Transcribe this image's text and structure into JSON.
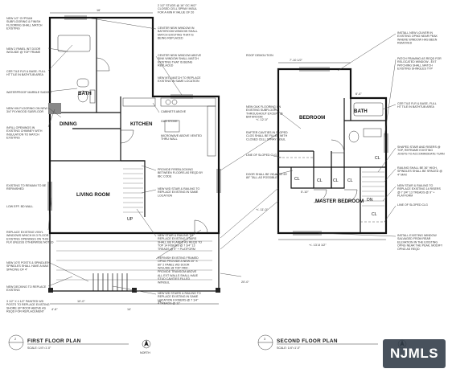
{
  "plans": {
    "first": {
      "title": "FIRST FLOOR PLAN",
      "scale": "SCALE: 1/4\"=1'-0\"",
      "tag": "2",
      "rooms": {
        "dining": "DINING",
        "kitchen": "KITCHEN",
        "living": "LIVING ROOM",
        "bath": "BATH",
        "up": "UP"
      },
      "notes_left": [
        "NEW 1/2\" GYPSUM SUBFLOORING & FINISH FLOORING SHALL MATCH EXISTING",
        "NEW 2 PANEL INT DOOR W/GUIDE @ TOP FRAME",
        "CER TILE FLR & BASE- FULL HT TILE IN BATHTUB AREA",
        "WATERPROOF MARBLE SADDLE",
        "NEW HW FLOORING ON NEW 3/4\" PLYWOOD SUBFLOOR",
        "INFILL OPENINGS IN EXISTING CHIMNEY WITH INSULATION TO MATCH EXISTING",
        "EXISTING TO REMAIN TO BE REFINISHED",
        "LOW EFF. BD WALL",
        "REPLACE EXISTING VINYL WINDOWS WHICH IN 3 FLOOR EXISTING OPENINGS ON THIS FLR UNLESS OTHERWISE NOTED",
        "NEW 10\"E POSTS & SPINDLES SPINDLES SHALL HAVE A MAX SPACING OF 4\"",
        "NEW DECKING TO REPLACE EXISTING",
        "3 1/2\" X 4 1/2\" PAINTED WD POSTS TO REPLACE EXISTING SHORE UP ROOF ABOVE AS REQD FOR REPLACEMENT"
      ],
      "notes_mid": [
        "2 1/2\" STUDS @ 16\" OC W/2\" CLOSED CELL SPRAY INSUL FOR A MIN R VALUE OF 20",
        "CENTER NEW WINDOW IN BATHROOM WINDOW SHALL MATCH EXISTING THAT IS BEING REPLACED",
        "CENTER NEW WINDOW ABOVE SINK WINDOW SHALL MATCH EXISTING THAT IS BEING REPLACED",
        "NEW MTL MATCH TO REPLACE EXISTING IN SAME LOCATION",
        "CABINETS ABOVE",
        "GAS STOVE",
        "MICROWAVE ABOVE VENTED THRU WALL",
        "PROVIDE FIREBLOCKING BETWEEN FLOORS AS REQD BY IBC CODE",
        "NEW W/D STAIR & RAILING TO REPLACE EXISTING IN SAME LOCATION",
        "NEW STAIR & RAILING TO REPLACE EXISTING STAIRS SHALL BE FLARED AS REQD TO TOP 14 RISERS @ 7 3/4\" 13 TREADS @ 9\" + PLATFORM",
        "REFINISH EXISTING FRAMED OPNG PROVIDE A NEW 20\" X 80\" 2 PANEL WD DOOR W/GUIDE @ TOP FRM - PROVIDE TRANSOM ABOVE",
        "ALL EXT WALLS SHALL HAVE STUD CAVITIES FILLED W/INSUL",
        "NEW WD STAIRS & RAILING TO REPLACE EXISTING IN SAME LOCATION 6 RISERS @ 7 1/4\" 4 TREADS @ 11\""
      ]
    },
    "second": {
      "title": "SECOND FLOOR PLAN",
      "scale": "SCALE: 1/4\"=1'-0\"",
      "tag": "3",
      "rooms": {
        "bedroom": "BEDROOM",
        "bath": "BATH",
        "master": "MASTER BEDROOM",
        "cl1": "CL",
        "cl2": "CL",
        "cl3": "CL",
        "cl4": "CL",
        "cl5": "CL",
        "cl6": "CL",
        "dn": "DN"
      },
      "notes_left": [
        "ROOF DEMOLITION",
        "NEW OAK FLOORING ON EXISTING SUBFLOOR THROUGHOUT EXCEPT @ BATHROOM",
        "RAFTER CAVITIES IN SLOPED CLGS SHALL BE FILLED WITH CLOSED CELL SPRAY INSUL",
        "LINE OF SLOPED CLG",
        "DOOR SHALL BE 28\" WIDE BY 80\" TALL AS POSSIBLE"
      ],
      "notes_right": [
        "INSTALL NEW LOUVER IN EXISTING OPNG NEAR PEAK WHERE WINDOW HAS BEEN REMOVED",
        "PATCH FRAMING AS REQD FOR RELOCATED WINDOW - EXT PATCHING SHALL MATCH EXISTING SHINGLES TYP",
        "CER TILE FLR & BASE- FULL HT TILE IN BATHTUB AREA",
        "SHAPED STAIR AND RISERS @ TOP, REFRAME EXISTING JOISTS TO ACCOMMODATE TURN",
        "RAILING SHALL BE 36\" HIGH, SPINDLES SHALL BE SPACED @ 4\" MAX",
        "NEW STAIR & RAILING TO REPLACE EXISTING 14 RISERS @ 7 3/4\" 13 TREADS @ 9\" + PLATFORM",
        "LINE OF SLOPED CLG",
        "INSTALL EXISTING WINDOW SALVAGED FROM REAR ELEVATION IN THE EXISTING OPNG NEAR THE PEAK, MODIFY OPNG AS REQD"
      ]
    }
  },
  "dimensions": {
    "d1": "16'",
    "d2": "10'-0\"",
    "d3": "4'-6\"",
    "d4": "7'-10 1/2\"",
    "d5": "6'-4\"",
    "d6": "+/- 13'-8 1/2\"",
    "d7": "+/- 12'-0\"",
    "d8": "+/- 11'-0\"",
    "d9": "5'-10\"",
    "d10": "20'-0\"",
    "d11": "18'",
    "d12": "14'"
  },
  "north": {
    "label": "NORTH"
  },
  "watermark": {
    "text": "NJMLS"
  }
}
